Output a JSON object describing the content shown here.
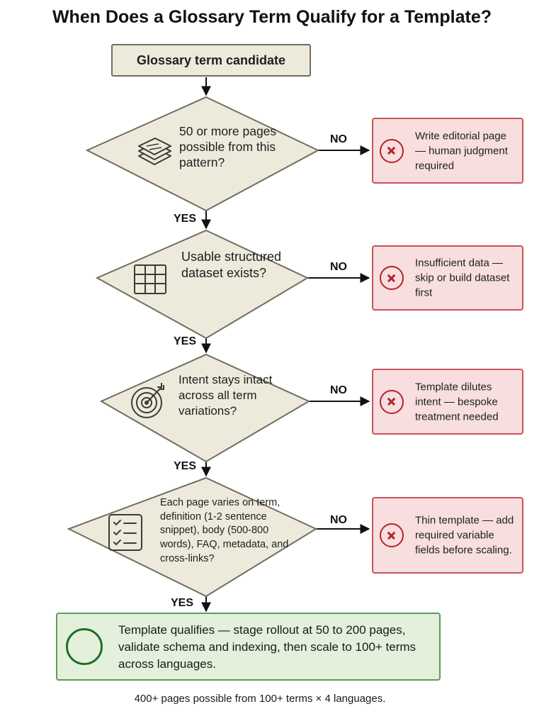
{
  "title": "When Does a Glossary Term Qualify for a Template?",
  "start": "Glossary term candidate",
  "decisions": [
    {
      "question": "50 or more pages possible from this pattern?",
      "icon": "stacked-pages-icon",
      "yes_label": "YES",
      "no_label": "NO",
      "no_outcome": "Write editorial page — human judgment required"
    },
    {
      "question": "Usable structured dataset exists?",
      "icon": "data-grid-icon",
      "yes_label": "YES",
      "no_label": "NO",
      "no_outcome": "Insufficient data — skip or build dataset first"
    },
    {
      "question": "Intent stays intact across all term variations?",
      "icon": "target-icon",
      "yes_label": "YES",
      "no_label": "NO",
      "no_outcome": "Template dilutes intent — bespoke treatment needed"
    },
    {
      "question": "Each page varies on term, definition (1-2 sentence snippet), body (500-800 words), FAQ, metadata, and cross-links?",
      "icon": "checklist-icon",
      "yes_label": "YES",
      "no_label": "NO",
      "no_outcome": "Thin template — add required variable fields before scaling."
    }
  ],
  "final_outcome": "Template qualifies — stage rollout at 50 to 200 pages, validate schema and indexing, then scale to 100+ terms across languages.",
  "footnote": "400+ pages possible from 100+ terms × 4 languages.",
  "colors": {
    "node_fill": "#eeeadb",
    "node_stroke": "#6e6e60",
    "no_fill": "#f8dede",
    "no_stroke": "#c7545a",
    "no_icon": "#b5232c",
    "yes_fill": "#e3f0dc",
    "yes_stroke": "#5f9c57",
    "yes_icon": "#1e6e2a"
  }
}
